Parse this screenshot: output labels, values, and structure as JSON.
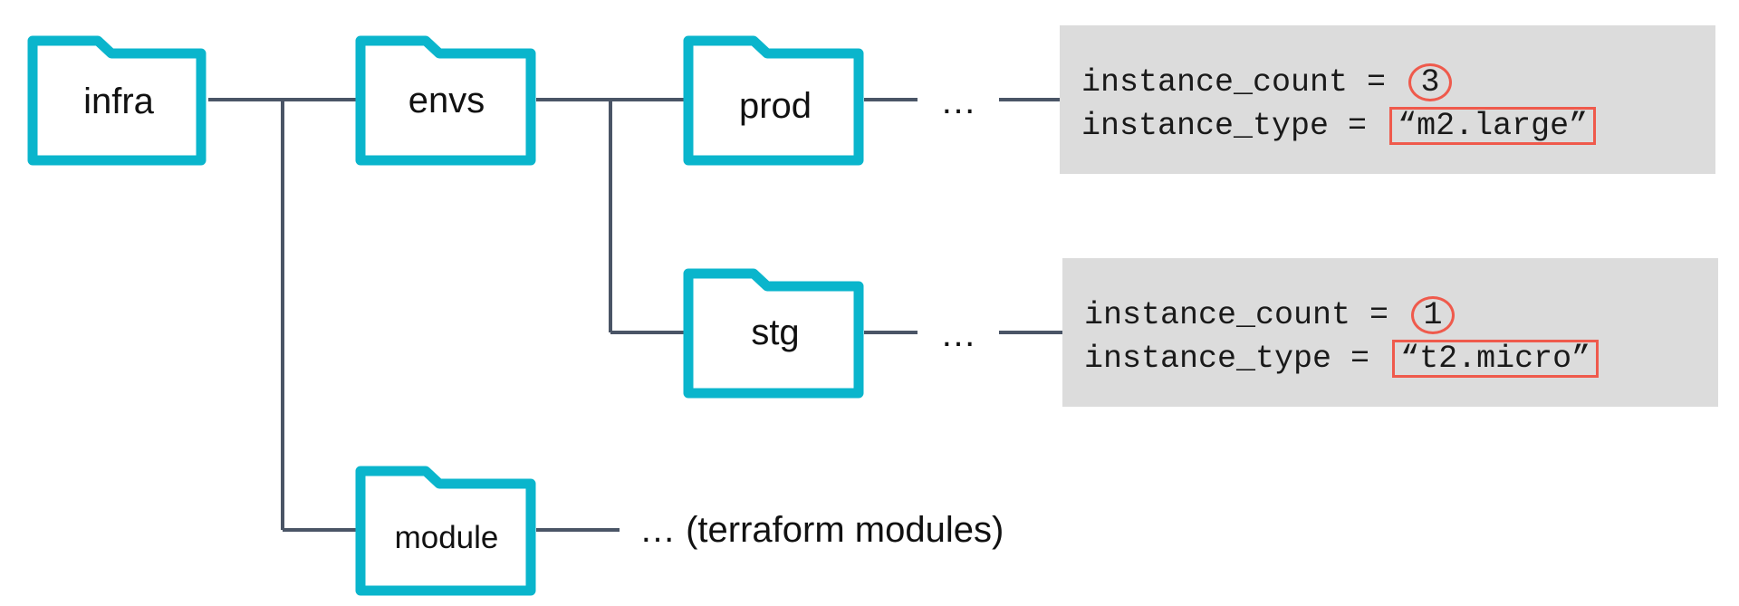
{
  "folders": {
    "infra": "infra",
    "envs": "envs",
    "prod": "prod",
    "stg": "stg",
    "module": "module"
  },
  "ellipses": {
    "prod": "…",
    "stg": "…"
  },
  "module_note": "… (terraform modules)",
  "config_prod": {
    "count_key": "instance_count = ",
    "count_value": "3",
    "type_key": "instance_type = ",
    "type_value": "“m2.large”"
  },
  "config_stg": {
    "count_key": "instance_count = ",
    "count_value": "1",
    "type_key": "instance_type = ",
    "type_value": "“t2.micro”"
  },
  "colors": {
    "folder_outline": "#0ab5cc",
    "connector": "#4a5566",
    "highlight": "#ef5a4c",
    "code_background": "#dcdcdc"
  }
}
